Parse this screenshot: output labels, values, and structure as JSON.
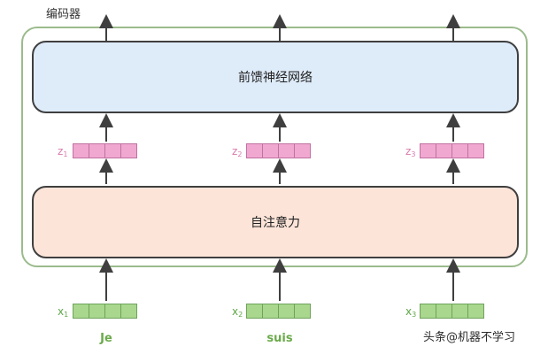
{
  "encoder": {
    "title": "编码器"
  },
  "blocks": {
    "feed_forward_label": "前馈神经网络",
    "self_attention_label": "自注意力"
  },
  "z_vectors": [
    {
      "label": "z",
      "sub": "1"
    },
    {
      "label": "z",
      "sub": "2"
    },
    {
      "label": "z",
      "sub": "3"
    }
  ],
  "x_vectors": [
    {
      "label": "x",
      "sub": "1",
      "word": "Je"
    },
    {
      "label": "x",
      "sub": "2",
      "word": "suis"
    },
    {
      "label": "x",
      "sub": "3",
      "word": ""
    }
  ],
  "watermark": "头条@机器不学习",
  "colors": {
    "encoder_border": "#9bbb8c",
    "ffn_fill": "#deebf9",
    "attention_fill": "#fce4d8",
    "z_vector": "#f0a8d0",
    "x_vector": "#a9d78d"
  }
}
